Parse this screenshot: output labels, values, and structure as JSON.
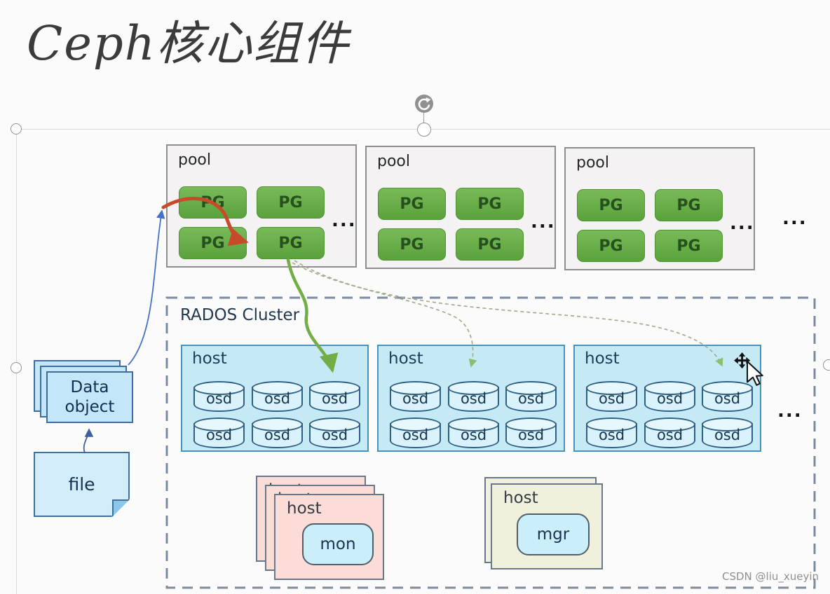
{
  "title": "Ceph核心组件",
  "pools": {
    "label": "pool",
    "pg_label": "PG",
    "ellipsis": "...",
    "outer_ellipsis": "..."
  },
  "rados": {
    "label": "RADOS Cluster",
    "host_label": "host",
    "osd_label": "osd",
    "ellipsis": "..."
  },
  "data_object": {
    "line1": "Data",
    "line2": "object"
  },
  "file": {
    "label": "file"
  },
  "mon_host": {
    "host_label": "host",
    "service_label": "mon"
  },
  "mgr_host": {
    "host_label": "host",
    "service_label": "mgr"
  },
  "watermark": {
    "text": "CSDN @liu_xueyin"
  },
  "ui": {
    "handles": [
      "rotate-handle",
      "resize-handle-top-left",
      "resize-handle-top-center",
      "resize-handle-left",
      "resize-handle-right"
    ],
    "cursor": "move-cursor"
  },
  "colors": {
    "pg_green": "#5aa23b",
    "host_blue_fill": "#c6e9f6",
    "host_blue_border": "#4793ba",
    "osd_fill": "#d9f2fb",
    "osd_border": "#2e6084",
    "pool_border": "#8d8d8d",
    "rados_dash": "#7b8ba1",
    "data_card_fill": "#c3e7f8",
    "mon_fill": "#fbdcd6",
    "mgr_fill": "#eff1dc",
    "arrow_blue": "#4472c4",
    "arrow_red": "#c74a2b",
    "arrow_green": "#72ad48",
    "arrow_dashed": "#a4ac90"
  }
}
